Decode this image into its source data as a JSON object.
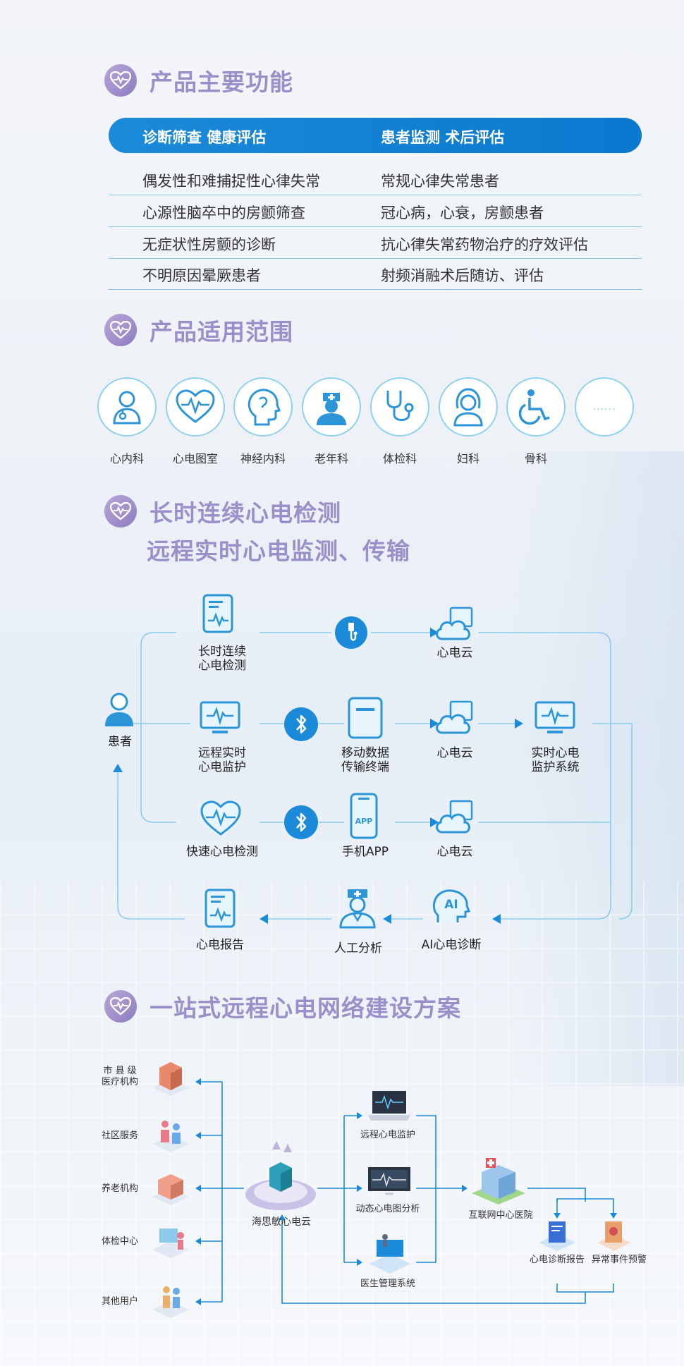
{
  "sections": {
    "functions": {
      "title": "产品主要功能"
    },
    "scope": {
      "title": "产品适用范围"
    },
    "monitoring": {
      "title_line1": "长时连续心电检测",
      "title_line2": "远程实时心电监测、传输"
    },
    "network": {
      "title": "一站式远程心电网络建设方案"
    }
  },
  "functions_table": {
    "headers": [
      "诊断筛查 健康评估",
      "患者监测 术后评估"
    ],
    "rows": [
      [
        "偶发性和难捕捉性心律失常",
        "常规心律失常患者"
      ],
      [
        "心源性脑卒中的房颤筛查",
        "冠心病，心衰，房颤患者"
      ],
      [
        "无症状性房颤的诊断",
        "抗心律失常药物治疗的疗效评估"
      ],
      [
        "不明原因晕厥患者",
        "射频消融术后随访、评估"
      ]
    ]
  },
  "departments": [
    {
      "label": "心内科",
      "icon": "cardiology-doctor-icon"
    },
    {
      "label": "心电图室",
      "icon": "ecg-heart-icon"
    },
    {
      "label": "神经内科",
      "icon": "neurology-head-icon"
    },
    {
      "label": "老年科",
      "icon": "geriatrics-nurse-icon"
    },
    {
      "label": "体检科",
      "icon": "stethoscope-icon"
    },
    {
      "label": "妇科",
      "icon": "gynecology-woman-icon"
    },
    {
      "label": "骨科",
      "icon": "orthopedics-wheelchair-icon"
    },
    {
      "label": "",
      "icon": "more-dots-icon",
      "dots": "......"
    }
  ],
  "flow": {
    "patient": "患者",
    "long_term": "长时连续\n心电检测",
    "remote_realtime": "远程实时\n心电监护",
    "mobile_terminal": "移动数据\n传输终端",
    "cloud": "心电云",
    "realtime_system": "实时心电\n监护系统",
    "quick_test": "快速心电检测",
    "phone_app": "手机APP",
    "app_badge": "APP",
    "ai_badge": "AI",
    "report": "心电报告",
    "manual": "人工分析",
    "ai_diag": "AI心电诊断"
  },
  "network": {
    "users": [
      "市 县 级\n医疗机构",
      "社区服务",
      "养老机构",
      "体检中心",
      "其他用户"
    ],
    "hub": "海思敏心电云",
    "services": [
      "远程心电监护",
      "动态心电图分析",
      "医生管理系统"
    ],
    "hospital": "互联网中心医院",
    "outputs": [
      "心电诊断报告",
      "异常事件预警"
    ]
  },
  "colors": {
    "accent": "#1b8ad8",
    "title": "#9a8fc9",
    "line": "#8ac8ea",
    "icon": "#2b95d8"
  }
}
